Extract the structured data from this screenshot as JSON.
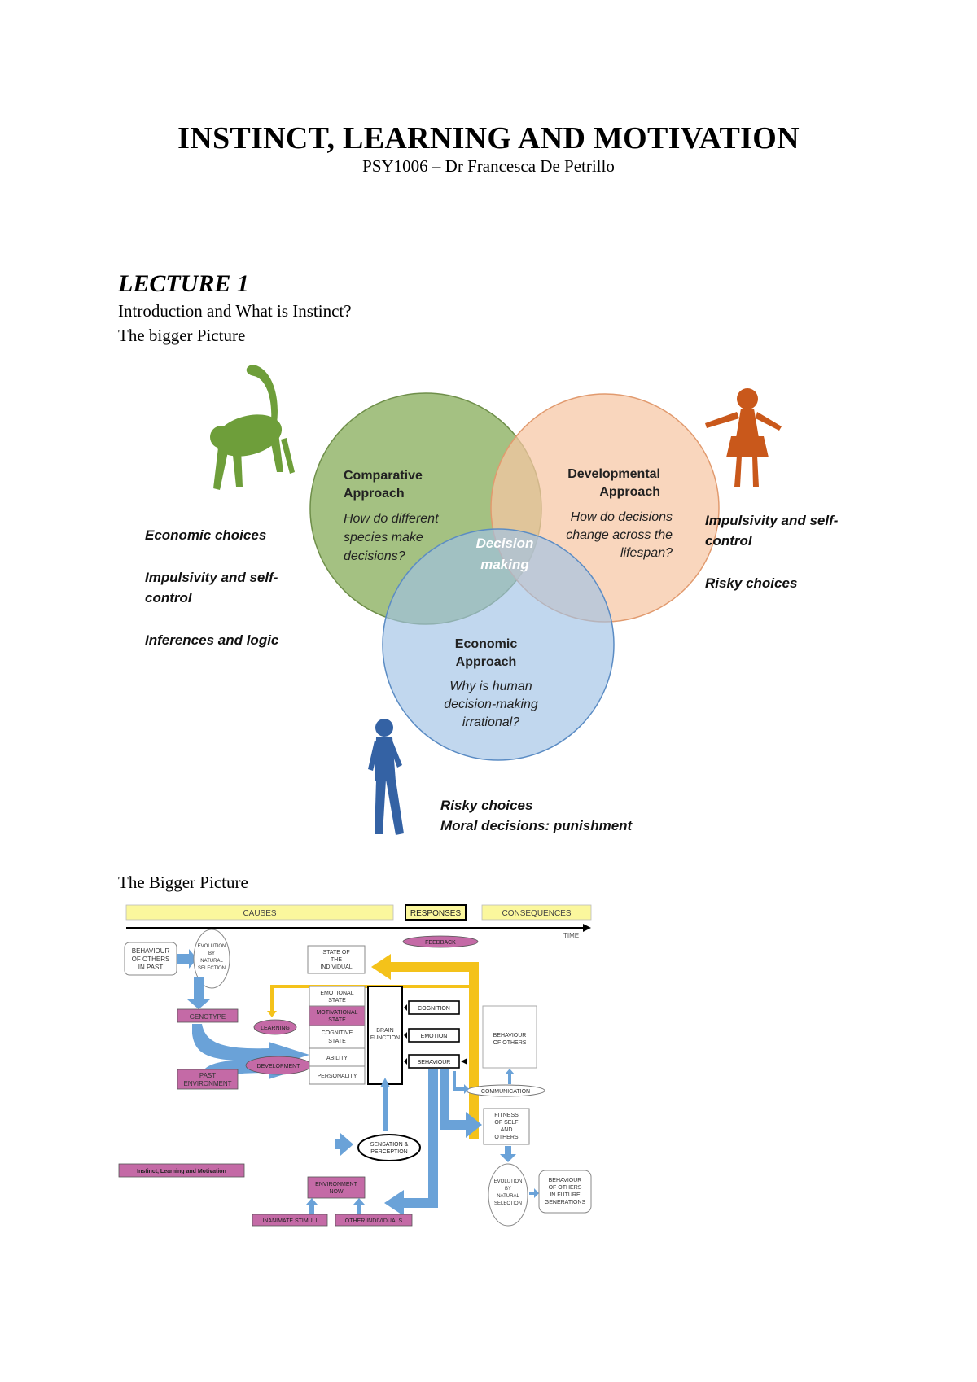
{
  "document": {
    "title": "INSTINCT, LEARNING AND MOTIVATION",
    "subtitle": "PSY1006 – Dr Francesca De Petrillo"
  },
  "lecture": {
    "heading": "LECTURE 1",
    "line1": "Introduction and What is Instinct?",
    "line2": "The bigger Picture"
  },
  "venn": {
    "comparative": {
      "title1": "Comparative",
      "title2": "Approach",
      "q1": "How do different",
      "q2": "species make",
      "q3": "decisions?",
      "color": "#8aaf5f"
    },
    "developmental": {
      "title1": "Developmental",
      "title2": "Approach",
      "q1": "How do decisions",
      "q2": "change across the",
      "q3": "lifespan?",
      "color": "#f6c6a3"
    },
    "economic": {
      "title1": "Economic",
      "title2": "Approach",
      "q1": "Why is human",
      "q2": "decision-making",
      "q3": "irrational?",
      "color": "#9fc2e5"
    },
    "center1": "Decision",
    "center2": "making"
  },
  "left_topics": {
    "t1": "Economic  choices",
    "t2a": "Impulsivity and self-",
    "t2b": "control",
    "t3": "Inferences and logic"
  },
  "right_topics": {
    "t1a": "Impulsivity and self-",
    "t1b": "control",
    "t2": "Risky choices"
  },
  "bottom_topics": {
    "t1": "Risky choices",
    "t2": "Moral decisions: punishment"
  },
  "icons": {
    "monkey": "monkey-silhouette-icon",
    "child": "child-silhouette-icon",
    "adult": "walking-person-silhouette-icon",
    "monkey_color": "#6e9e3a",
    "child_color": "#c9581b",
    "adult_color": "#3462a4"
  },
  "section2": {
    "heading": "The Bigger Picture"
  },
  "flow": {
    "causes": "CAUSES",
    "responses": "RESPONSES",
    "consequences": "CONSEQUENCES",
    "time": "TIME",
    "behaviour_past_1": "BEHAVIOUR",
    "behaviour_past_2": "OF OTHERS",
    "behaviour_past_3": "IN PAST",
    "evolution_1": "EVOLUTION",
    "evolution_2": "BY",
    "evolution_3": "NATURAL",
    "evolution_4": "SELECTION",
    "genotype": "GENOTYPE",
    "learning": "LEARNING",
    "development": "DEVELOPMENT",
    "past_env_1": "PAST",
    "past_env_2": "ENVIRONMENT",
    "state_1": "STATE OF",
    "state_2": "THE",
    "state_3": "INDIVIDUAL",
    "feedback": "FEEDBACK",
    "emotional_1": "EMOTIONAL",
    "emotional_2": "STATE",
    "motivational_1": "MOTIVATIONAL",
    "motivational_2": "STATE",
    "cognitive_1": "COGNITIVE",
    "cognitive_2": "STATE",
    "ability": "ABILITY",
    "personality": "PERSONALITY",
    "brain_1": "BRAIN",
    "brain_2": "FUNCTION",
    "cognition": "COGNITION",
    "emotion": "EMOTION",
    "behaviour": "BEHAVIOUR",
    "behaviour_others_1": "BEHAVIOUR",
    "behaviour_others_2": "OF OTHERS",
    "communication": "COMMUNICATION",
    "fitness_1": "FITNESS",
    "fitness_2": "OF SELF",
    "fitness_3": "AND",
    "fitness_4": "OTHERS",
    "sensation_1": "SENSATION &",
    "sensation_2": "PERCEPTION",
    "env_now_1": "ENVIRONMENT",
    "env_now_2": "NOW",
    "inanimate": "INANIMATE STIMULI",
    "other_individuals": "OTHER INDIVIDUALS",
    "future_1": "BEHAVIOUR",
    "future_2": "OF OTHERS",
    "future_3": "IN FUTURE",
    "future_4": "GENERATIONS",
    "label": "Instinct, Learning and Motivation",
    "band_yellow": "#fbf79d",
    "pink": "#c46aa6",
    "blue": "#6aa2d8",
    "feedback_yellow": "#f4c21a"
  }
}
